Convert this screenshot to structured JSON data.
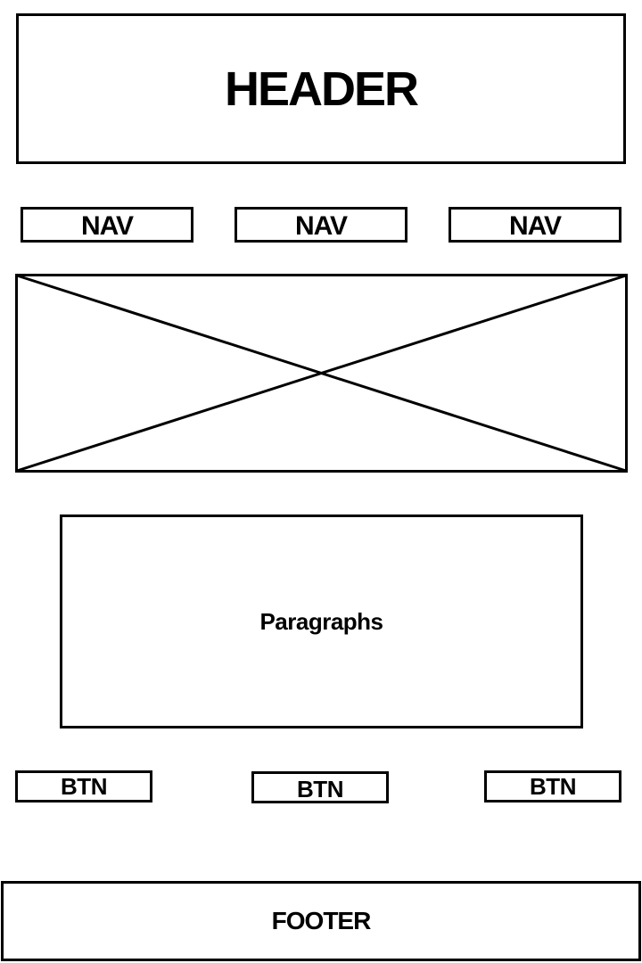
{
  "header": {
    "label": "HEADER"
  },
  "nav": {
    "items": [
      {
        "label": "NAV"
      },
      {
        "label": "NAV"
      },
      {
        "label": "NAV"
      }
    ]
  },
  "content": {
    "paragraphs_label": "Paragraphs"
  },
  "buttons": {
    "items": [
      {
        "label": "BTN"
      },
      {
        "label": "BTN"
      },
      {
        "label": "BTN"
      }
    ]
  },
  "footer": {
    "label": "FOOTER"
  },
  "colors": {
    "stroke": "#000000",
    "background": "#ffffff"
  }
}
